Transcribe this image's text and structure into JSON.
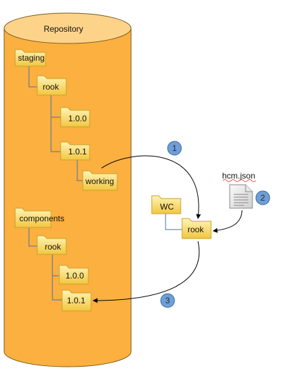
{
  "repository": {
    "label": "Repository"
  },
  "folders": {
    "staging": "staging",
    "staging_rook": "rook",
    "staging_v100": "1.0.0",
    "staging_v101": "1.0.1",
    "working": "working",
    "components": "components",
    "components_rook": "rook",
    "components_v100": "1.0.0",
    "components_v101": "1.0.1",
    "wc": "WC",
    "wc_rook": "rook"
  },
  "file": {
    "label": "hcm.json"
  },
  "steps": [
    "1",
    "2",
    "3"
  ],
  "colors": {
    "cylinder": "#fbb040",
    "cylinder_border": "#7a5a1a",
    "folder_fill": "#ffe27a",
    "folder_border": "#c9a227",
    "tree_line": "#4a6fa5",
    "step_circle": "#6f9fd4",
    "step_border": "#3b6aa8"
  }
}
